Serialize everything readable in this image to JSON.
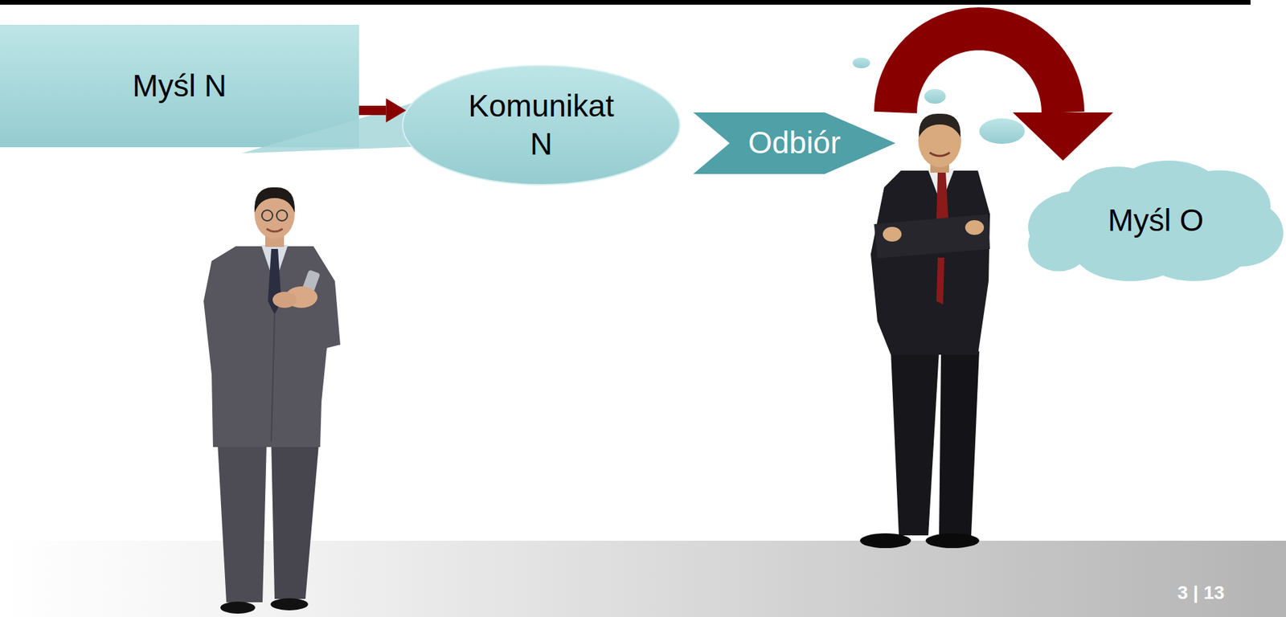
{
  "diagram": {
    "nodes": [
      {
        "text": [
          "Myśl N"
        ]
      },
      {
        "text": [
          "Komunikat N"
        ]
      },
      {
        "text": [
          "Odbiór"
        ]
      },
      {
        "text": [
          "Myśl O"
        ]
      }
    ],
    "edges": [
      {
        "from": 0,
        "to": 1,
        "arrow": "to"
      },
      {
        "from": 2,
        "to": 3,
        "arrow": "to"
      }
    ],
    "labels": [
      "3 | 13"
    ]
  }
}
